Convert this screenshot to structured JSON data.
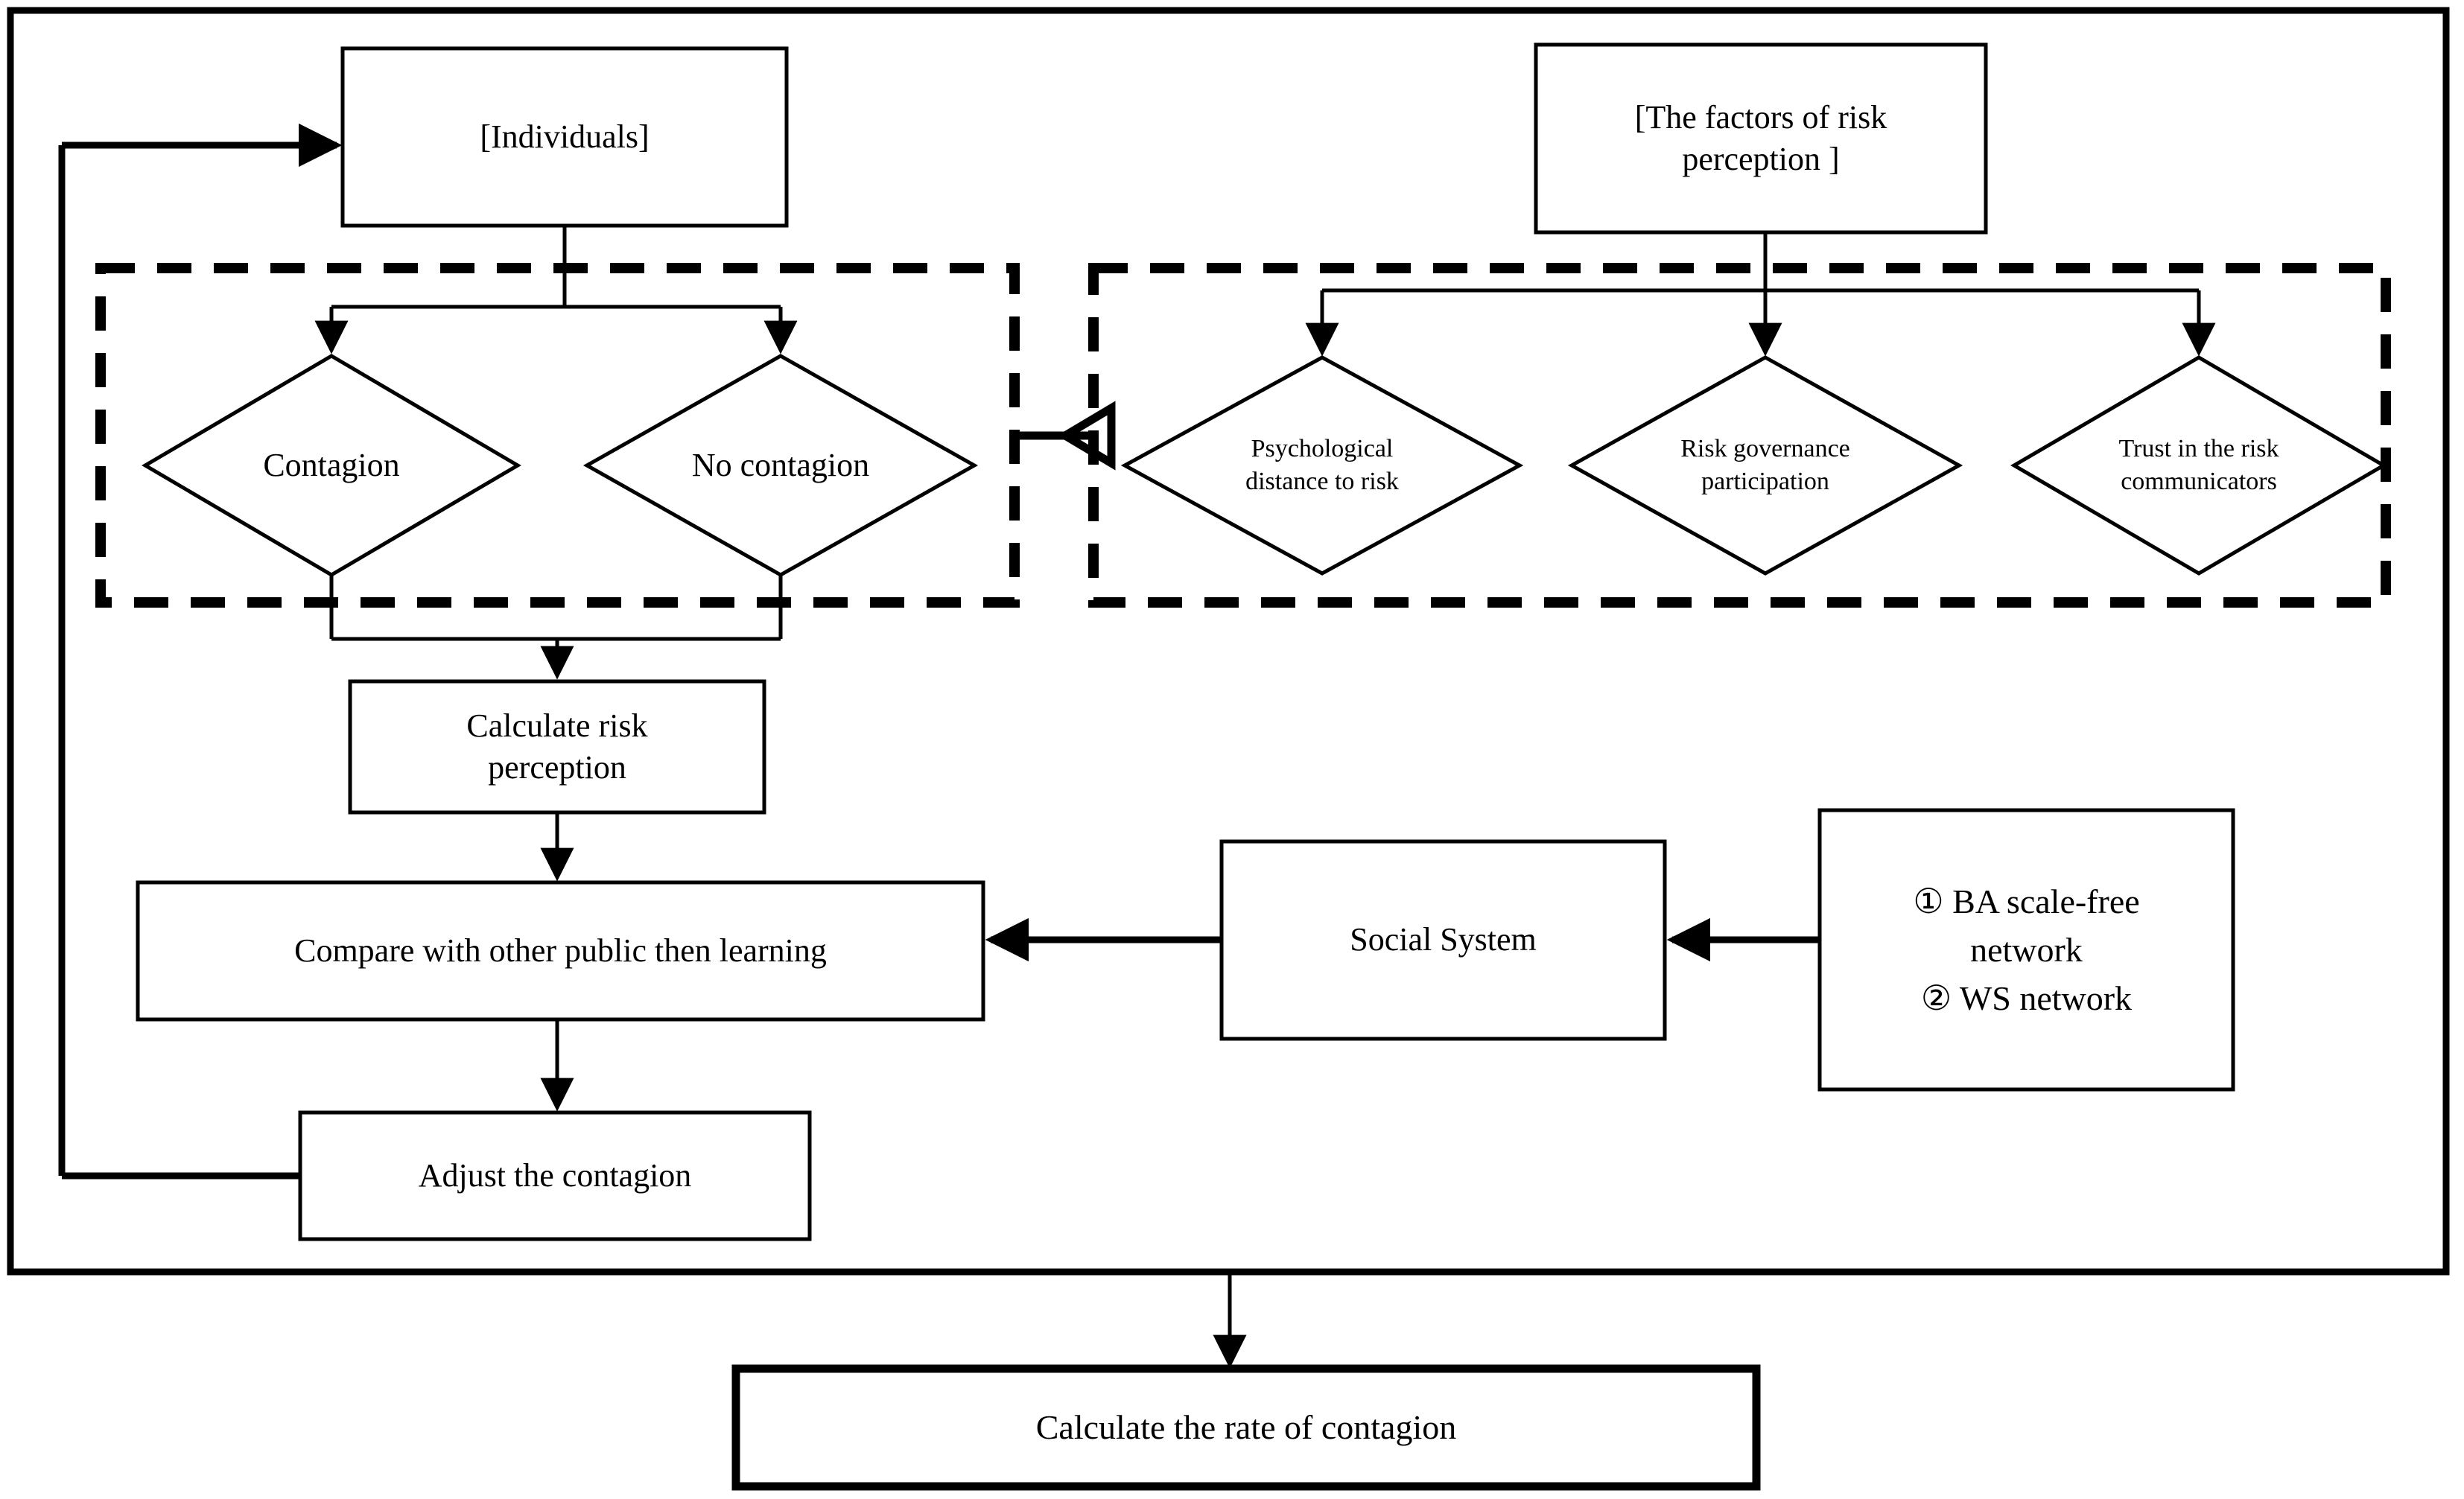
{
  "diagram": {
    "title": "Agent-based contagion and risk-perception flowchart",
    "stroke_color": "#000000",
    "background_color": "#ffffff",
    "boxes": {
      "individuals": {
        "label": "[Individuals]",
        "shape": "rectangle"
      },
      "factors": {
        "label": "[The factors of risk\nperception ]",
        "shape": "rectangle"
      },
      "calculate_risk_perception": {
        "label": "Calculate risk\nperception",
        "shape": "rectangle"
      },
      "compare_learning": {
        "label": "Compare with other public then learning",
        "shape": "rectangle"
      },
      "adjust_contagion": {
        "label": "Adjust the contagion",
        "shape": "rectangle"
      },
      "social_system": {
        "label": "Social System",
        "shape": "rectangle"
      },
      "networks": {
        "label": "① BA scale-free\nnetwork\n② WS network",
        "shape": "rectangle"
      },
      "calculate_rate": {
        "label": "Calculate the  rate of contagion",
        "shape": "rectangle"
      }
    },
    "decisions": {
      "contagion": {
        "label": "Contagion",
        "shape": "diamond"
      },
      "no_contagion": {
        "label": "No contagion",
        "shape": "diamond"
      },
      "psychological_distance": {
        "label": "Psychological\ndistance to risk",
        "shape": "diamond"
      },
      "risk_governance": {
        "label": "Risk governance\nparticipation",
        "shape": "diamond"
      },
      "trust_communicators": {
        "label": "Trust in the risk\ncommunicators",
        "shape": "diamond"
      }
    },
    "groups": {
      "contagion_group": {
        "style": "dashed",
        "label": ""
      },
      "risk_factor_group": {
        "style": "dashed",
        "label": ""
      },
      "outer_frame": {
        "style": "solid",
        "label": ""
      }
    },
    "connectors": [
      {
        "name": "individuals-to-branch",
        "from": "individuals",
        "to": "contagion-and-no-contagion",
        "arrow": "filled"
      },
      {
        "name": "decisions-to-calculate",
        "from": "contagion-and-no-contagion",
        "to": "calculate_risk_perception",
        "arrow": "filled"
      },
      {
        "name": "calculate-to-compare",
        "from": "calculate_risk_perception",
        "to": "compare_learning",
        "arrow": "filled"
      },
      {
        "name": "compare-to-adjust",
        "from": "compare_learning",
        "to": "adjust_contagion",
        "arrow": "filled"
      },
      {
        "name": "adjust-to-individuals-feedback",
        "from": "adjust_contagion",
        "to": "individuals",
        "arrow": "filled"
      },
      {
        "name": "social-system-to-compare",
        "from": "social_system",
        "to": "compare_learning",
        "arrow": "filled"
      },
      {
        "name": "networks-to-social-system",
        "from": "networks",
        "to": "social_system",
        "arrow": "filled"
      },
      {
        "name": "factors-to-three-diamonds",
        "from": "factors",
        "to": "risk_factor_group",
        "arrow": "filled"
      },
      {
        "name": "risk-factors-to-contagion-group",
        "from": "risk_factor_group",
        "to": "contagion_group",
        "arrow": "hollow-triangle"
      },
      {
        "name": "frame-to-calculate-rate",
        "from": "outer_frame",
        "to": "calculate_rate",
        "arrow": "filled"
      }
    ]
  }
}
